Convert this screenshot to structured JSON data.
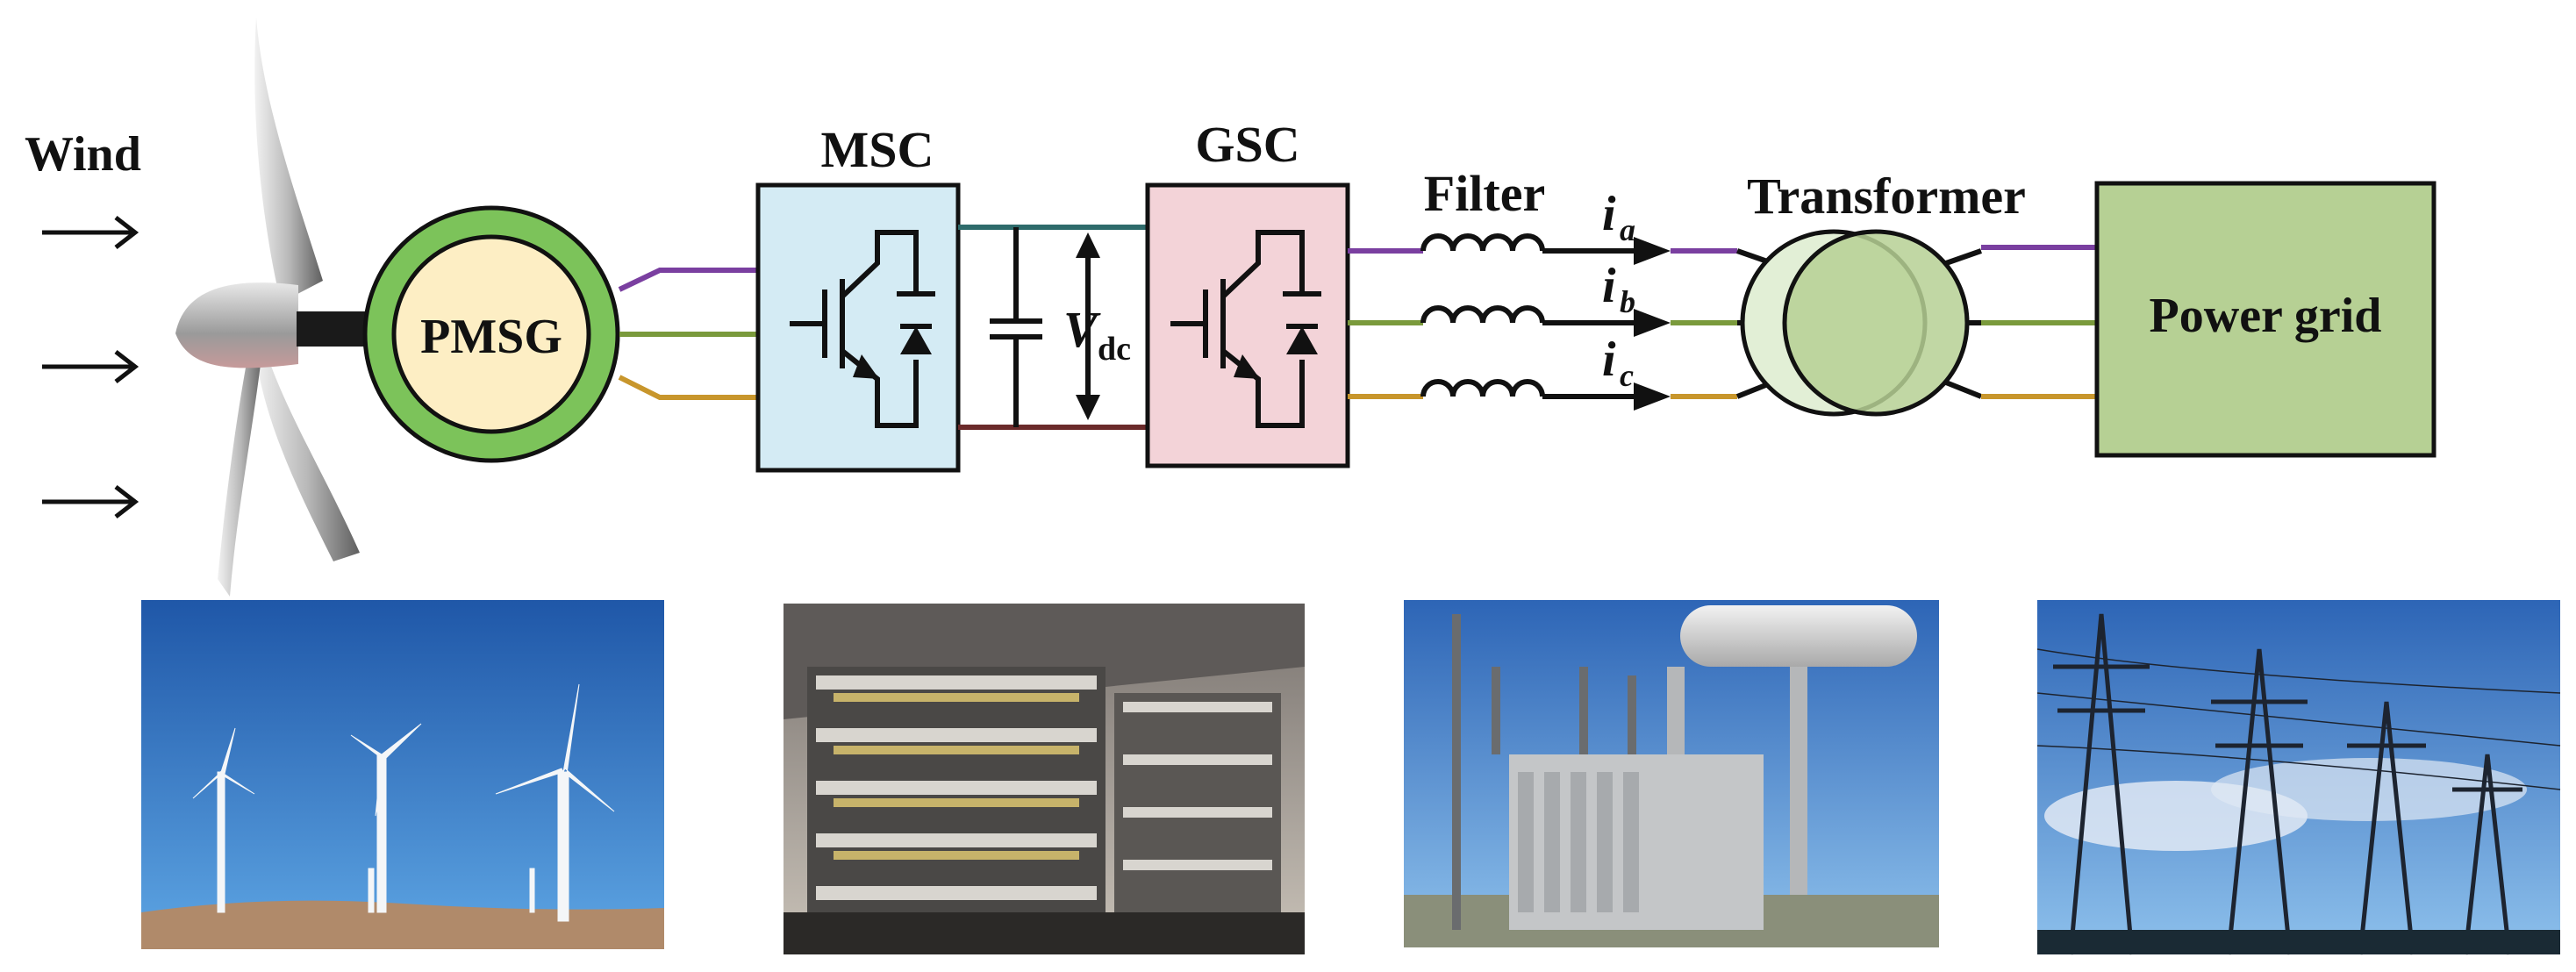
{
  "labels": {
    "wind": "Wind",
    "pmsg": "PMSG",
    "msc": "MSC",
    "gsc": "GSC",
    "vdc_main": "V",
    "vdc_sub": "dc",
    "filter": "Filter",
    "transformer": "Transformer",
    "grid": "Power grid",
    "ia_main": "i",
    "ia_sub": "a",
    "ib_main": "i",
    "ib_sub": "b",
    "ic_main": "i",
    "ic_sub": "c"
  },
  "colors": {
    "phase_a": "#7a3fa0",
    "phase_b": "#7a9a3c",
    "phase_c": "#c8962c",
    "dc_pos": "#2e6b6b",
    "dc_neg": "#6b2a2a",
    "msc_fill": "#d4ebf4",
    "gsc_fill": "#f3d3d8",
    "grid_fill": "#b6d094",
    "pmsg_ring": "#7cc35a",
    "pmsg_core": "#fdeec4"
  },
  "photos": [
    {
      "name": "wind-farm-photo"
    },
    {
      "name": "converter-photo"
    },
    {
      "name": "transformer-photo"
    },
    {
      "name": "transmission-tower-photo"
    }
  ]
}
